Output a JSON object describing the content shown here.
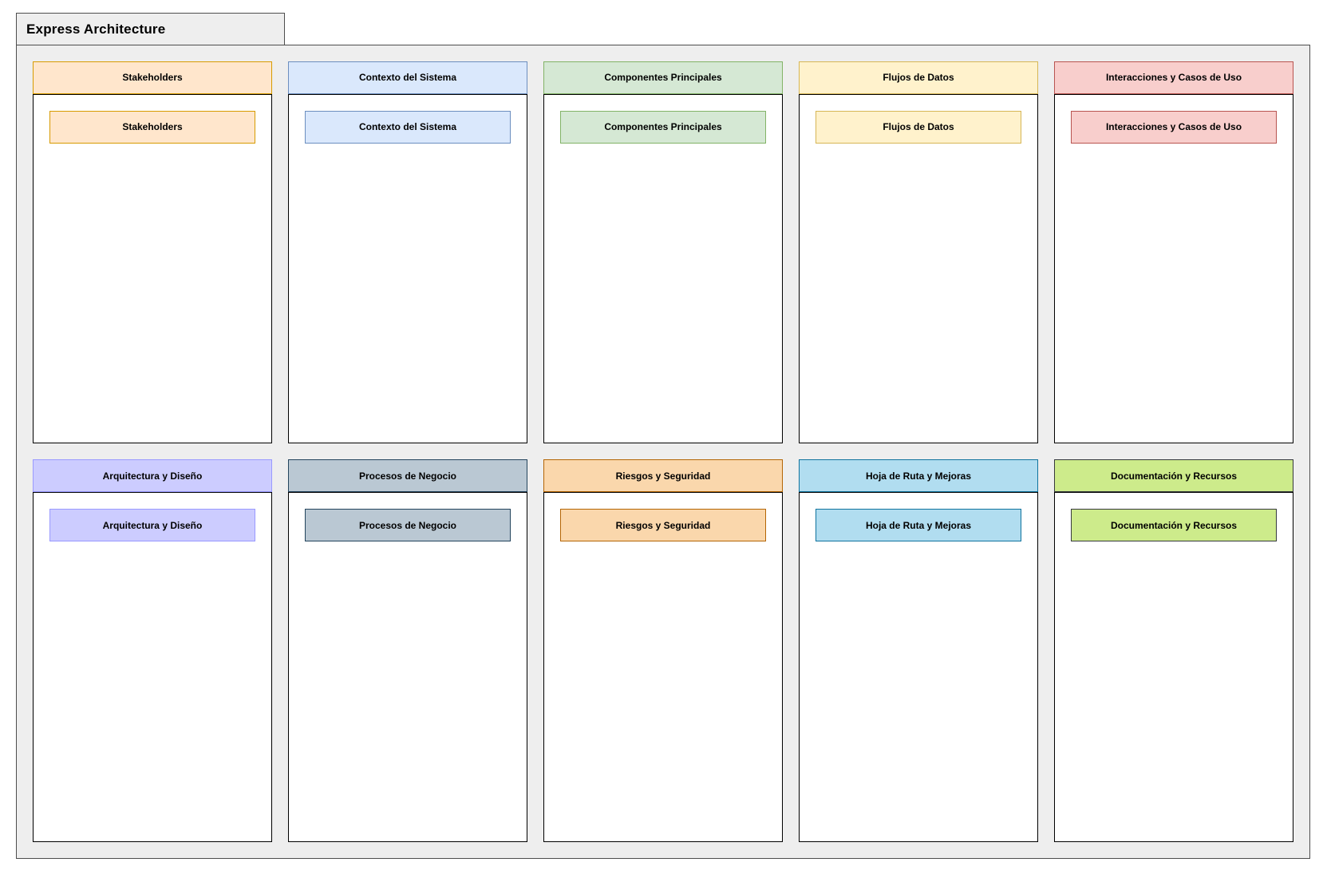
{
  "diagram": {
    "title": "Express Architecture",
    "colors": {
      "canvas": "#ffffff",
      "container_fill": "#eeeeee",
      "container_stroke": "#4d4d4d",
      "panel_fill": "#ffffff",
      "panel_stroke": "#000000",
      "text": "#000000"
    },
    "rows": [
      {
        "panels": [
          {
            "label": "Stakeholders",
            "fill": "#ffe6cc",
            "stroke": "#d79b00"
          },
          {
            "label": "Contexto del Sistema",
            "fill": "#dae8fc",
            "stroke": "#6c8ebf"
          },
          {
            "label": "Componentes Principales",
            "fill": "#d5e8d4",
            "stroke": "#82b366"
          },
          {
            "label": "Flujos de Datos",
            "fill": "#fff2cc",
            "stroke": "#d6b656"
          },
          {
            "label": "Interacciones y Casos de Uso",
            "fill": "#f8cecc",
            "stroke": "#b85450"
          }
        ]
      },
      {
        "panels": [
          {
            "label": "Arquitectura y Diseño",
            "fill": "#ccccff",
            "stroke": "#9999ff"
          },
          {
            "label": "Procesos de Negocio",
            "fill": "#bac8d3",
            "stroke": "#23445d"
          },
          {
            "label": "Riesgos y Seguridad",
            "fill": "#fad7ac",
            "stroke": "#b46504"
          },
          {
            "label": "Hoja de Ruta y Mejoras",
            "fill": "#b1ddf0",
            "stroke": "#10739e"
          },
          {
            "label": "Documentación y Recursos",
            "fill": "#cdeb8b",
            "stroke": "#36393d"
          }
        ]
      }
    ]
  }
}
